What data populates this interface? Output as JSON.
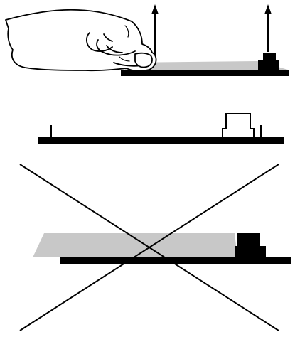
{
  "figure": {
    "panels": [
      {
        "id": "peel-off",
        "description_hidden": true
      },
      {
        "id": "removed-film"
      },
      {
        "id": "wrong-way"
      }
    ],
    "colors": {
      "ink": "#000000",
      "film": "#c8c8c8",
      "paper": "#ffffff"
    },
    "icons": [
      "hand-icon",
      "up-arrow-icon",
      "cross-icon"
    ]
  }
}
